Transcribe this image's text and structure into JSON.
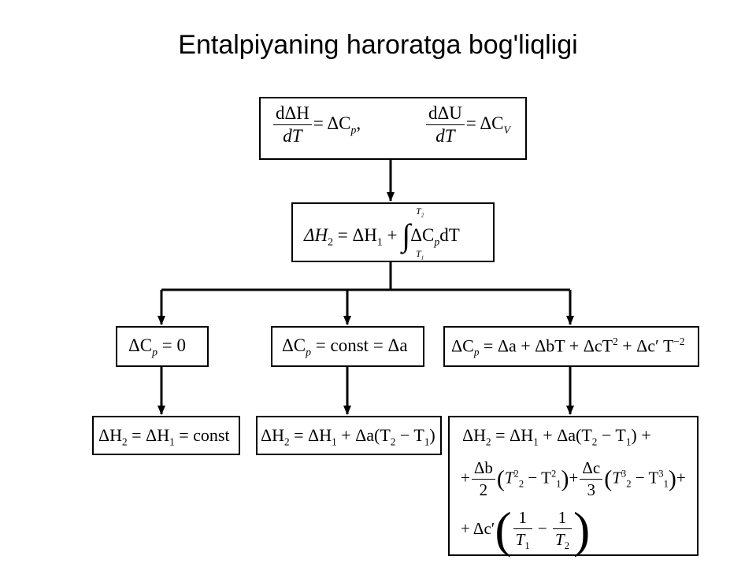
{
  "title": "Entalpiyaning haroratga bog'liqligi",
  "top": {
    "left_num": "dΔH",
    "left_den": "dT",
    "left_rhs": "= ΔC",
    "left_sub": "p",
    "comma": ",",
    "right_num": "dΔU",
    "right_den": "dT",
    "right_rhs": "= ΔC",
    "right_sub": "V"
  },
  "integral": {
    "lhs": "ΔH",
    "lhs_sub": "2",
    "eq": "= ΔH",
    "eq_sub": "1",
    "plus": "+",
    "upper": "T",
    "upper_sub": "2",
    "lower": "T",
    "lower_sub": "1",
    "integrand": "ΔC",
    "integrand_sub": "p",
    "dT": "dT"
  },
  "cases": {
    "zero": {
      "text": "ΔC",
      "sub": "p",
      "rhs": "= 0"
    },
    "const": {
      "text": "ΔC",
      "sub": "p",
      "rhs": "= const = Δa"
    },
    "poly": {
      "text": "ΔC",
      "sub": "p",
      "rhs": "= Δa + ΔbT + ΔcT",
      "sup1": "2",
      "rhs2": "+ Δc′ T",
      "sup2": "−2"
    }
  },
  "results": {
    "r1": {
      "a": "ΔH",
      "a_sub": "2",
      "b": "= ΔH",
      "b_sub": "1",
      "c": "= const"
    },
    "r2": {
      "a": "ΔH",
      "a_sub": "2",
      "b": "= ΔH",
      "b_sub": "1",
      "c": "+ Δa(T",
      "c_sub": "2",
      "d": "− T",
      "d_sub": "1",
      "e": ")"
    },
    "r3": {
      "line1": {
        "a": "ΔH",
        "a_sub": "2",
        "b": "= ΔH",
        "b_sub": "1",
        "c": "+ Δa(T",
        "c_sub": "2",
        "d": "− T",
        "d_sub": "1",
        "e": ") +"
      },
      "line2": {
        "plus": "+",
        "fb_num": "Δb",
        "fb_den": "2",
        "t2": "T",
        "t2_sub": "2",
        "t2_sup": "2",
        "minus": "− T",
        "t1_sub": "1",
        "t1_sup": "2",
        "plus2": "+",
        "fc_num": "Δc",
        "fc_den": "3",
        "t3": "T",
        "t3_sub": "2",
        "t3_sup": "3",
        "minus2": "− T",
        "t4_sub": "1",
        "t4_sup": "3",
        "plus3": "+"
      },
      "line3": {
        "plus": "+ Δc′",
        "f1_num": "1",
        "f1_den": "T",
        "f1_sub": "1",
        "minus": "−",
        "f2_num": "1",
        "f2_den": "T",
        "f2_sub": "2"
      }
    }
  }
}
